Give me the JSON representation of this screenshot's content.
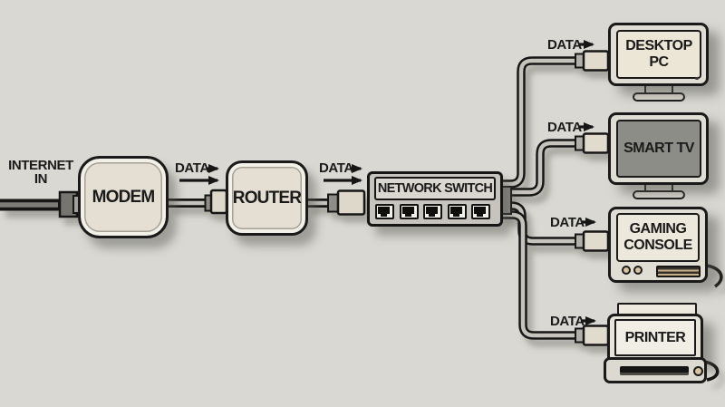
{
  "diagram_type": "network-topology-illustration",
  "colors": {
    "background": "#d9d8d2",
    "ink": "#1a1a1a",
    "box_fill": "#e4dfd2",
    "box_highlight": "#f3f0e7",
    "switch_fill": "#c7c4bd",
    "switch_label_fill": "#dad7d0",
    "screen_cream": "#ece6d7",
    "screen_gray": "#8d8d88",
    "cable_core": "#c6c3bc",
    "button_tan": "#d9c3a0"
  },
  "labels": {
    "internet_line1": "INTERNET",
    "internet_line2": "IN",
    "data": "DATA"
  },
  "nodes": {
    "modem": {
      "label": "MODEM"
    },
    "router": {
      "label": "ROUTER"
    },
    "switch": {
      "label": "NETWORK SWITCH",
      "port_count": 5
    }
  },
  "devices": [
    {
      "id": "desktop-pc",
      "label": "DESKTOP PC"
    },
    {
      "id": "smart-tv",
      "label": "SMART TV"
    },
    {
      "id": "gaming-console",
      "label": "GAMING CONSOLE"
    },
    {
      "id": "printer",
      "label": "PRINTER"
    }
  ],
  "connections": [
    {
      "from": "internet",
      "to": "modem",
      "label": ""
    },
    {
      "from": "modem",
      "to": "router",
      "label": "DATA"
    },
    {
      "from": "router",
      "to": "switch",
      "label": "DATA"
    },
    {
      "from": "switch",
      "to": "desktop-pc",
      "label": "DATA"
    },
    {
      "from": "switch",
      "to": "smart-tv",
      "label": "DATA"
    },
    {
      "from": "switch",
      "to": "gaming-console",
      "label": "DATA"
    },
    {
      "from": "switch",
      "to": "printer",
      "label": "DATA"
    }
  ]
}
